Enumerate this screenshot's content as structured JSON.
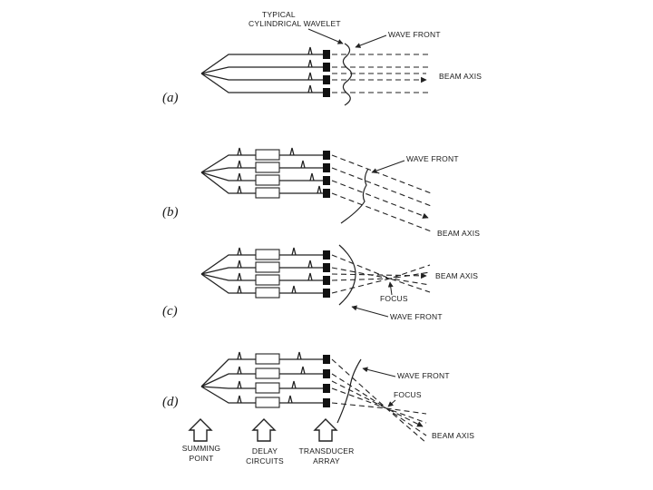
{
  "panels": {
    "a": {
      "label": "(a)"
    },
    "b": {
      "label": "(b)"
    },
    "c": {
      "label": "(c)"
    },
    "d": {
      "label": "(d)"
    }
  },
  "labels": {
    "typical_line1": "TYPICAL",
    "typical_line2": "CYLINDRICAL WAVELET",
    "wave_front": "WAVE FRONT",
    "beam_axis": "BEAM AXIS",
    "focus": "FOCUS"
  },
  "bottom": {
    "summing_line1": "SUMMING",
    "summing_line2": "POINT",
    "delay_line1": "DELAY",
    "delay_line2": "CIRCUITS",
    "transducer_line1": "TRANSDUCER",
    "transducer_line2": "ARRAY"
  }
}
